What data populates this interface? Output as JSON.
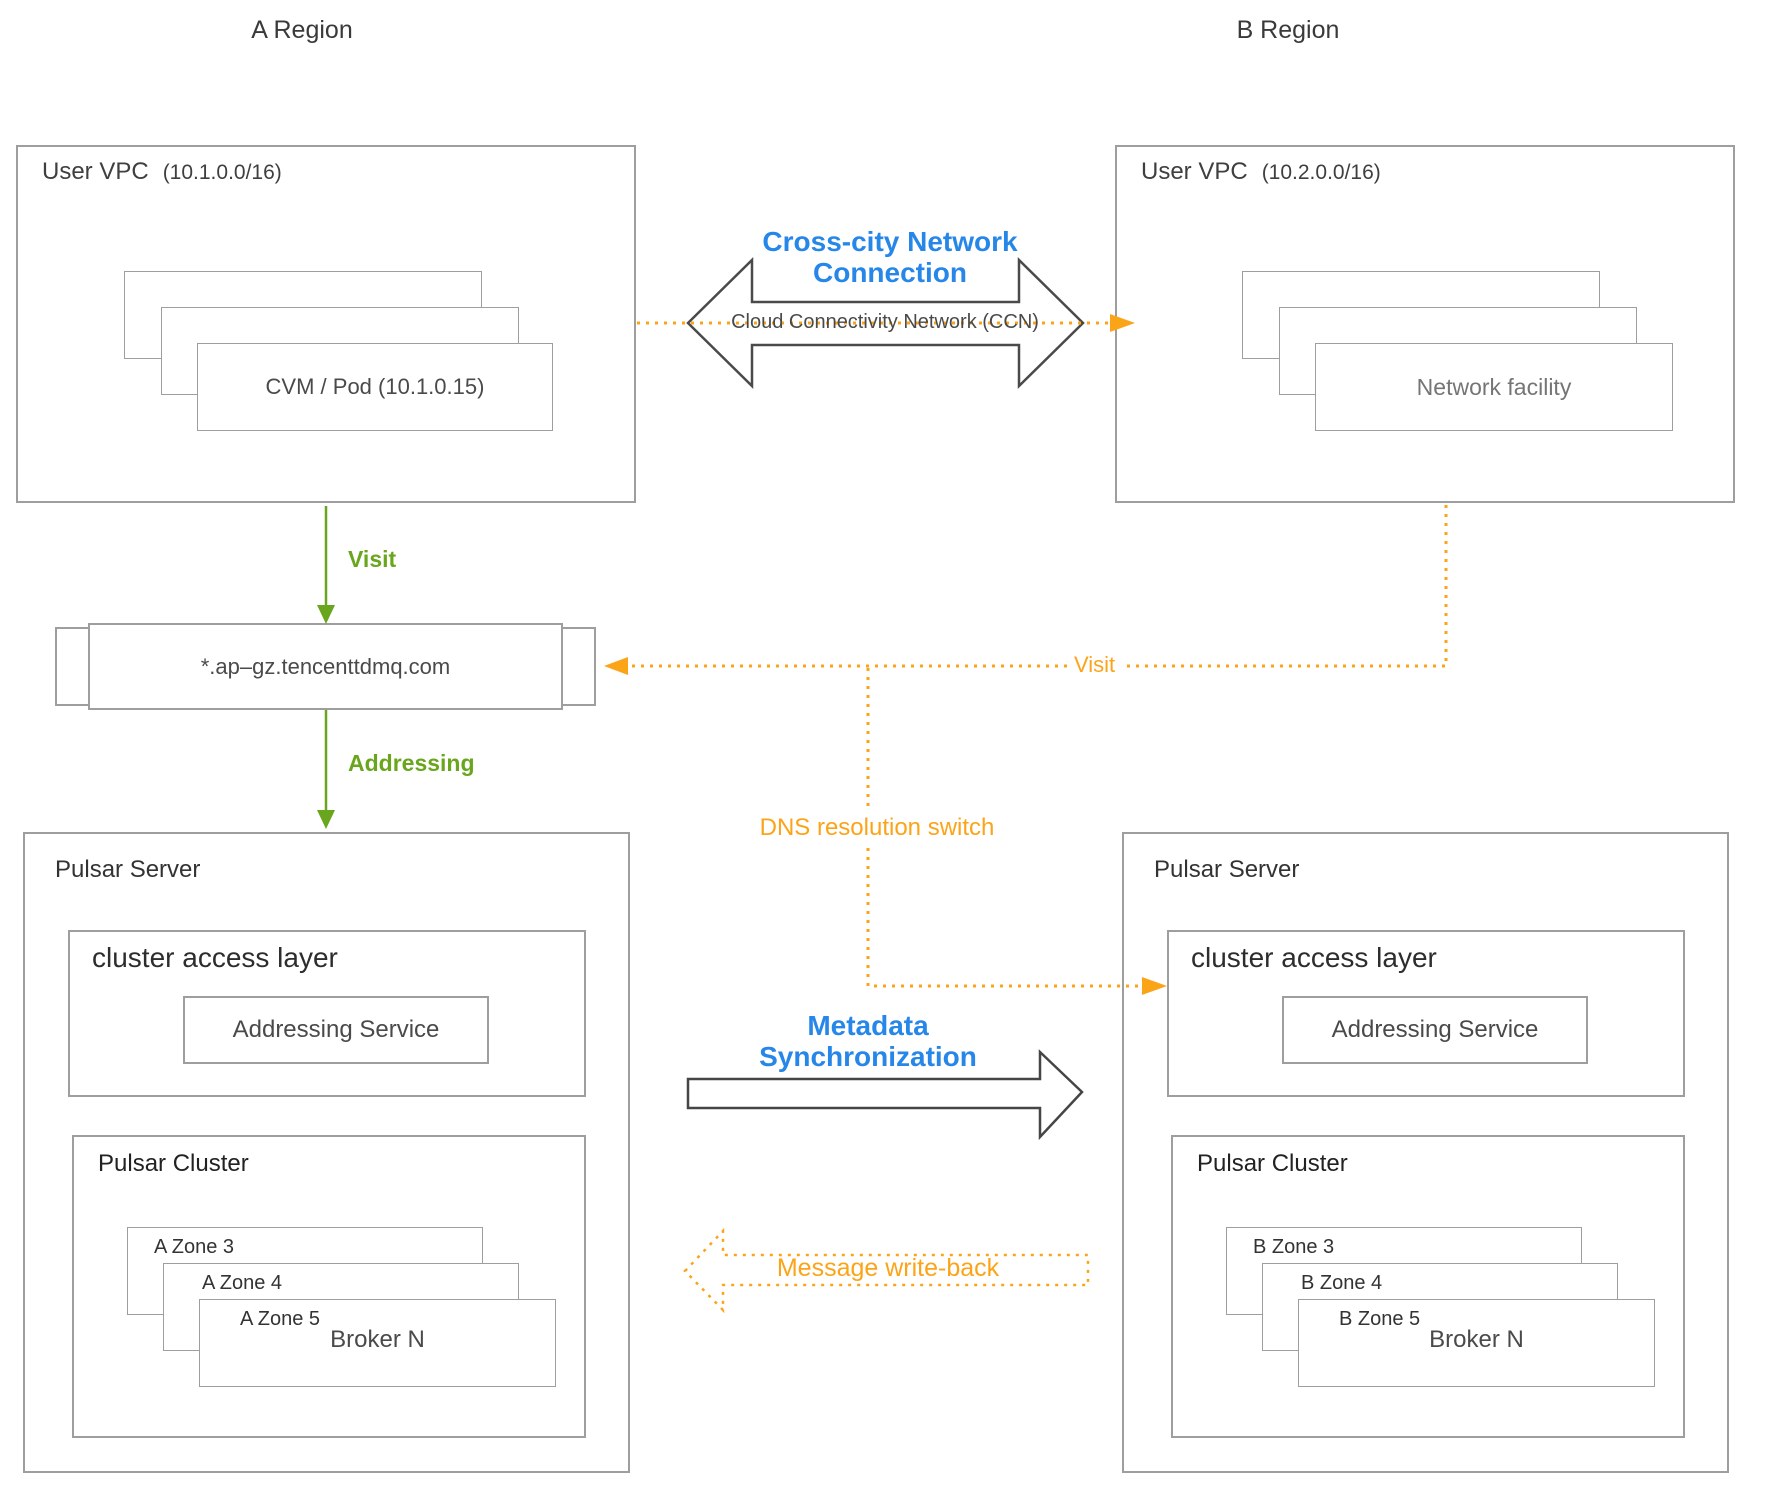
{
  "region_a": {
    "title": "A Region",
    "vpc": {
      "title": "User VPC",
      "cidr": "(10.1.0.0/16)",
      "node": "CVM / Pod (10.1.0.15)"
    },
    "visit_label": "Visit",
    "domain": "*.ap–gz.tencenttdmq.com",
    "addressing_label": "Addressing",
    "server": {
      "title": "Pulsar Server",
      "access_layer": {
        "title": "cluster access layer",
        "service": "Addressing Service"
      },
      "cluster": {
        "title": "Pulsar Cluster",
        "zones": [
          "A Zone 3",
          "A Zone 4",
          "A Zone 5"
        ],
        "broker": "Broker N"
      }
    }
  },
  "region_b": {
    "title": "B Region",
    "vpc": {
      "title": "User VPC",
      "cidr": "(10.2.0.0/16)",
      "node": "Network facility"
    },
    "visit_label": "Visit",
    "server": {
      "title": "Pulsar Server",
      "access_layer": {
        "title": "cluster access layer",
        "service": "Addressing Service"
      },
      "cluster": {
        "title": "Pulsar Cluster",
        "zones": [
          "B Zone 3",
          "B Zone 4",
          "B Zone 5"
        ],
        "broker": "Broker N"
      }
    }
  },
  "connections": {
    "ccn_title_1": "Cross-city Network",
    "ccn_title_2": "Connection",
    "ccn_subtitle": "Cloud Connectivity Network (CCN)",
    "dns_switch_label": "DNS resolution switch",
    "metadata_1": "Metadata",
    "metadata_2": "Synchronization",
    "message_writeback_label": "Message write-back"
  },
  "colors": {
    "orange": "#FCA418",
    "green": "#69A61E",
    "blue": "#2787E9",
    "box_border": "#9E9E9E",
    "arrow_outline": "#4A4A4A"
  }
}
